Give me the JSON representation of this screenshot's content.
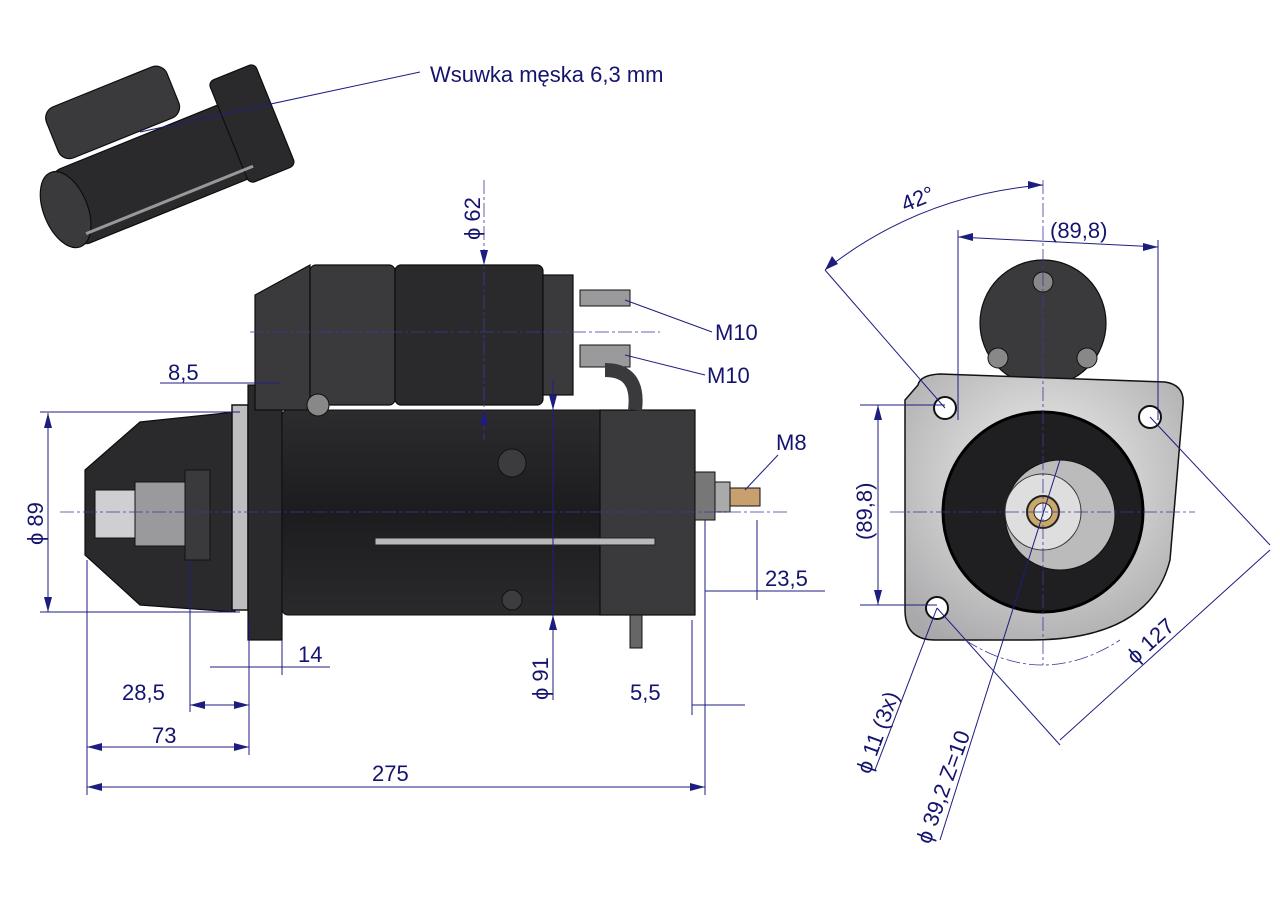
{
  "title": "Starter motor dimension drawing",
  "callouts": {
    "terminal": "Wsuwka męska 6,3 mm",
    "m10_upper": "M10",
    "m10_lower": "M10",
    "m8": "M8"
  },
  "side_view": {
    "dia_89": "ϕ 89",
    "dia_62": "ϕ 62",
    "dia_91": "ϕ 91",
    "dim_8_5": "8,5",
    "dim_14": "14",
    "dim_28_5": "28,5",
    "dim_73": "73",
    "dim_275": "275",
    "dim_23_5": "23,5",
    "dim_5_5": "5,5"
  },
  "front_view": {
    "angle_42": "42°",
    "dim_89_8_top": "(89,8)",
    "dim_89_8_left": "(89,8)",
    "dia_127": "ϕ 127",
    "dia_11": "ϕ 11  (3x)",
    "pinion": "ϕ 39,2  Z=10"
  }
}
